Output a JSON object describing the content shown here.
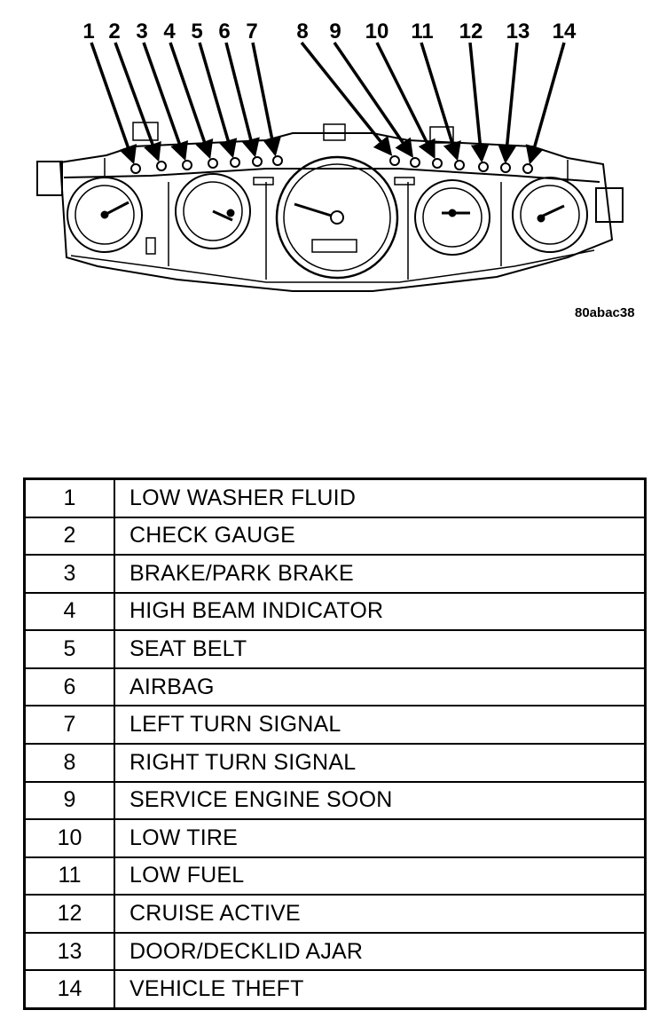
{
  "figure": {
    "id_label": "80abac38",
    "callouts": [
      "1",
      "2",
      "3",
      "4",
      "5",
      "6",
      "7",
      "8",
      "9",
      "10",
      "11",
      "12",
      "13",
      "14"
    ]
  },
  "legend": {
    "rows": [
      {
        "num": "1",
        "label": "LOW WASHER FLUID"
      },
      {
        "num": "2",
        "label": "CHECK GAUGE"
      },
      {
        "num": "3",
        "label": "BRAKE/PARK BRAKE"
      },
      {
        "num": "4",
        "label": "HIGH BEAM INDICATOR"
      },
      {
        "num": "5",
        "label": "SEAT BELT"
      },
      {
        "num": "6",
        "label": "AIRBAG"
      },
      {
        "num": "7",
        "label": "LEFT TURN SIGNAL"
      },
      {
        "num": "8",
        "label": "RIGHT TURN SIGNAL"
      },
      {
        "num": "9",
        "label": "SERVICE ENGINE SOON"
      },
      {
        "num": "10",
        "label": "LOW TIRE"
      },
      {
        "num": "11",
        "label": "LOW FUEL"
      },
      {
        "num": "12",
        "label": "CRUISE ACTIVE"
      },
      {
        "num": "13",
        "label": "DOOR/DECKLID AJAR"
      },
      {
        "num": "14",
        "label": "VEHICLE THEFT"
      }
    ]
  }
}
